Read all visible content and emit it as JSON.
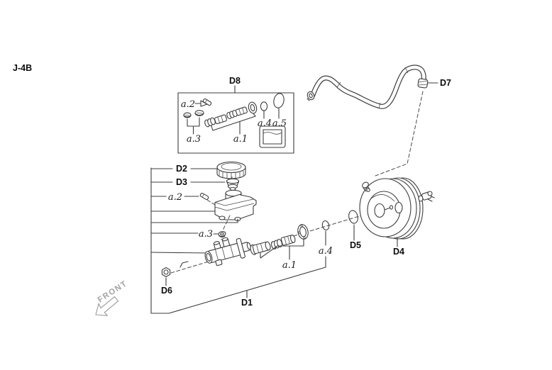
{
  "page": {
    "code": "J-4B"
  },
  "diagram": {
    "callouts": {
      "d1": "D1",
      "d2": "D2",
      "d3": "D3",
      "d4": "D4",
      "d5": "D5",
      "d6": "D6",
      "d7": "D7",
      "d8": "D8",
      "a1": "a.1",
      "a2": "a.2",
      "a3": "a.3",
      "a4": "a.4",
      "a5": "a.5"
    },
    "front_label": "FRONT"
  },
  "colors": {
    "background": "#ffffff",
    "line": "#3d3d3d",
    "label": "#0c0c0c",
    "front_arrow": "#a5a5a5"
  }
}
